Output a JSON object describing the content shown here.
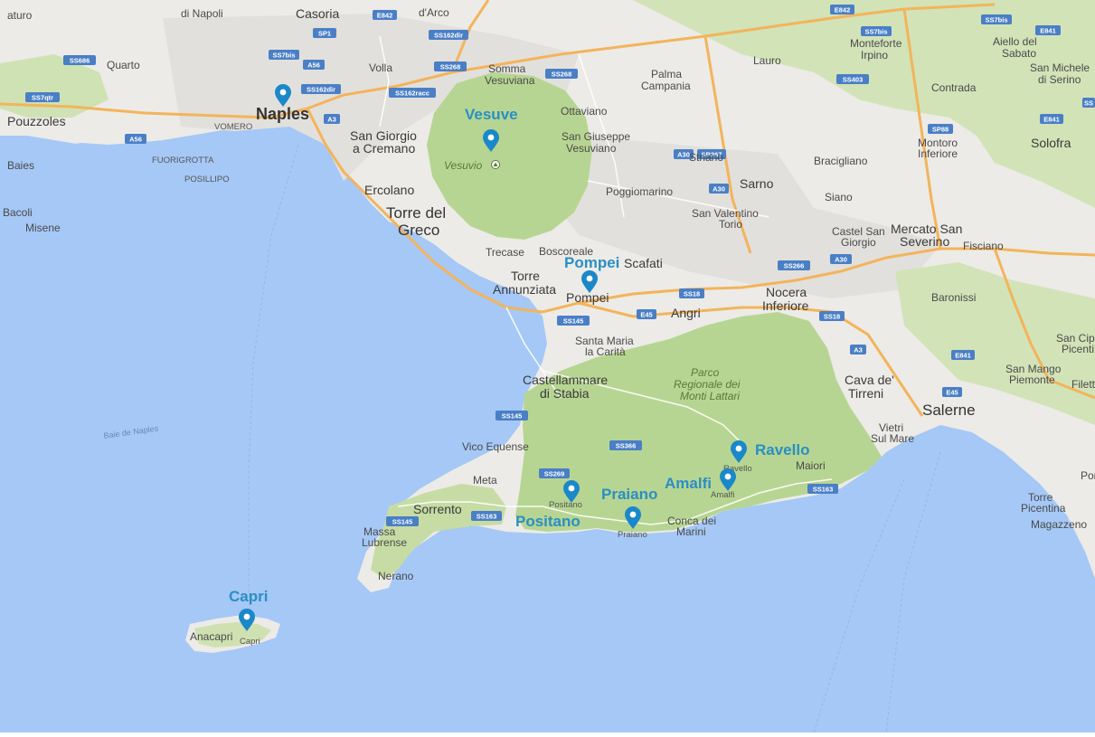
{
  "colors": {
    "sea": "#a5c8f6",
    "land": "#ececea",
    "forest": "#cde0b0",
    "park": "#b7d592",
    "urban": "#e4e2de",
    "major_road": "#f2b45a",
    "minor_road": "#ffffff",
    "marker": "#1a88c9",
    "highway_shield": "#4a7fc6",
    "label_blue": "#2a8fc4"
  },
  "markers": [
    {
      "name": "Naples",
      "label": "Naples"
    },
    {
      "name": "Vesuve",
      "label": "Vesuve"
    },
    {
      "name": "Pompei",
      "label": "Pompei"
    },
    {
      "name": "Positano",
      "label": "Positano"
    },
    {
      "name": "Praiano",
      "label": "Praiano"
    },
    {
      "name": "Amalfi",
      "label": "Amalfi"
    },
    {
      "name": "Ravello",
      "label": "Ravello"
    },
    {
      "name": "Capri",
      "label": "Capri"
    }
  ],
  "places": {
    "aturo": "aturo",
    "di_napoli": "di Napoli",
    "casoria": "Casoria",
    "darco": "d'Arco",
    "quarto": "Quarto",
    "volla": "Volla",
    "somma": "Somma",
    "vesuviana": "Vesuviana",
    "palma": "Palma",
    "campania": "Campania",
    "lauro": "Lauro",
    "monteforte": "Monteforte",
    "irpino": "Irpino",
    "aiello": "Aiello del",
    "sabato": "Sabato",
    "san_michele": "San Michele",
    "di_serino": "di Serino",
    "contrada": "Contrada",
    "pouzzoles": "Pouzzoles",
    "vomero": "VOMERO",
    "san_giorgio": "San Giorgio",
    "a_cremano": "a Cremano",
    "ottaviano": "Ottaviano",
    "san_giuseppe": "San Giuseppe",
    "vesuviano": "Vesuviano",
    "montoro": "Montoro",
    "inferiore": "Inferiore",
    "solofra": "Solofra",
    "baies": "Baies",
    "fuorigrotta": "FUORIGROTTA",
    "posillipo": "POSILLIPO",
    "vesuvio": "Vesuvio",
    "striano": "Striano",
    "sarno": "Sarno",
    "bracigliano": "Bracigliano",
    "ercolano": "Ercolano",
    "poggiomarino": "Poggiomarino",
    "siano": "Siano",
    "bacoli": "Bacoli",
    "torre_del": "Torre del",
    "greco": "Greco",
    "san_valentino": "San Valentino",
    "torio": "Torio",
    "castel_san": "Castel San",
    "giorgio": "Giorgio",
    "mercato_san": "Mercato San",
    "severino": "Severino",
    "fisciano": "Fisciano",
    "misene": "Misene",
    "trecase": "Trecase",
    "boscoreale": "Boscoreale",
    "scafati": "Scafati",
    "torre": "Torre",
    "annunziata": "Annunziata",
    "pompei_town": "Pompei",
    "nocera": "Nocera",
    "inferiore2": "Inferiore",
    "baronissi": "Baronissi",
    "angri": "Angri",
    "santa_maria": "Santa Maria",
    "la_carita": "la Carità",
    "san_cipr": "San Cipr",
    "picenti": "Picenti",
    "castellammare": "Castellammare",
    "di_stabia": "di Stabia",
    "parco": "Parco",
    "regionale": "Regionale dei",
    "monti": "Monti Lattari",
    "cava": "Cava de'",
    "tirreni": "Tirreni",
    "san_mango": "San Mango",
    "piemonte": "Piemonte",
    "filetta": "Filetta",
    "salerne": "Salerne",
    "baie_naples": "Baie de Naples",
    "vietri": "Vietri",
    "sul_mare": "Sul Mare",
    "vico": "Vico Equense",
    "maiori": "Maiori",
    "ravello_town": "Ravello",
    "meta": "Meta",
    "amalfi_town": "Amalfi",
    "pontecagn": "Pontecag",
    "sorrento": "Sorrento",
    "positano_town": "Positano",
    "conca": "Conca dei",
    "marini": "Marini",
    "torre2": "Torre",
    "picentina": "Picentina",
    "massa": "Massa",
    "lubrense": "Lubrense",
    "praiano_town": "Praiano",
    "magazzeno": "Magazzeno",
    "nerano": "Nerano",
    "anacapri": "Anacapri",
    "capri_town": "Capri"
  },
  "roads": {
    "e842": "E842",
    "ss7bis_top": "SS7bis",
    "e841_top": "E841",
    "sp1": "SP1",
    "ss162dir": "SS162dir",
    "ss686": "SS686",
    "ss7bis": "SS7bis",
    "a56": "A56",
    "ss268": "SS268",
    "ss268b": "SS268",
    "ss7qtr": "SS7qtr",
    "ss162dir2": "SS162dir",
    "ss162racc": "SS162racc",
    "ss403": "SS403",
    "a3": "A3",
    "a56b": "A56",
    "e841": "E841",
    "sp88": "SP88",
    "a30": "A30",
    "sr367": "SR367",
    "a30b": "A30",
    "ss266": "SS266",
    "a30c": "A30",
    "ss18": "SS18",
    "e45": "E45",
    "ss145": "SS145",
    "ss18b": "SS18",
    "a3b": "A3",
    "e841b": "E841",
    "e45b": "E45",
    "ss145b": "SS145",
    "ss366": "SS366",
    "ss269": "SS269",
    "ss145c": "SS145",
    "ss163": "SS163",
    "ss163b": "SS163",
    "ss5": "SS"
  }
}
